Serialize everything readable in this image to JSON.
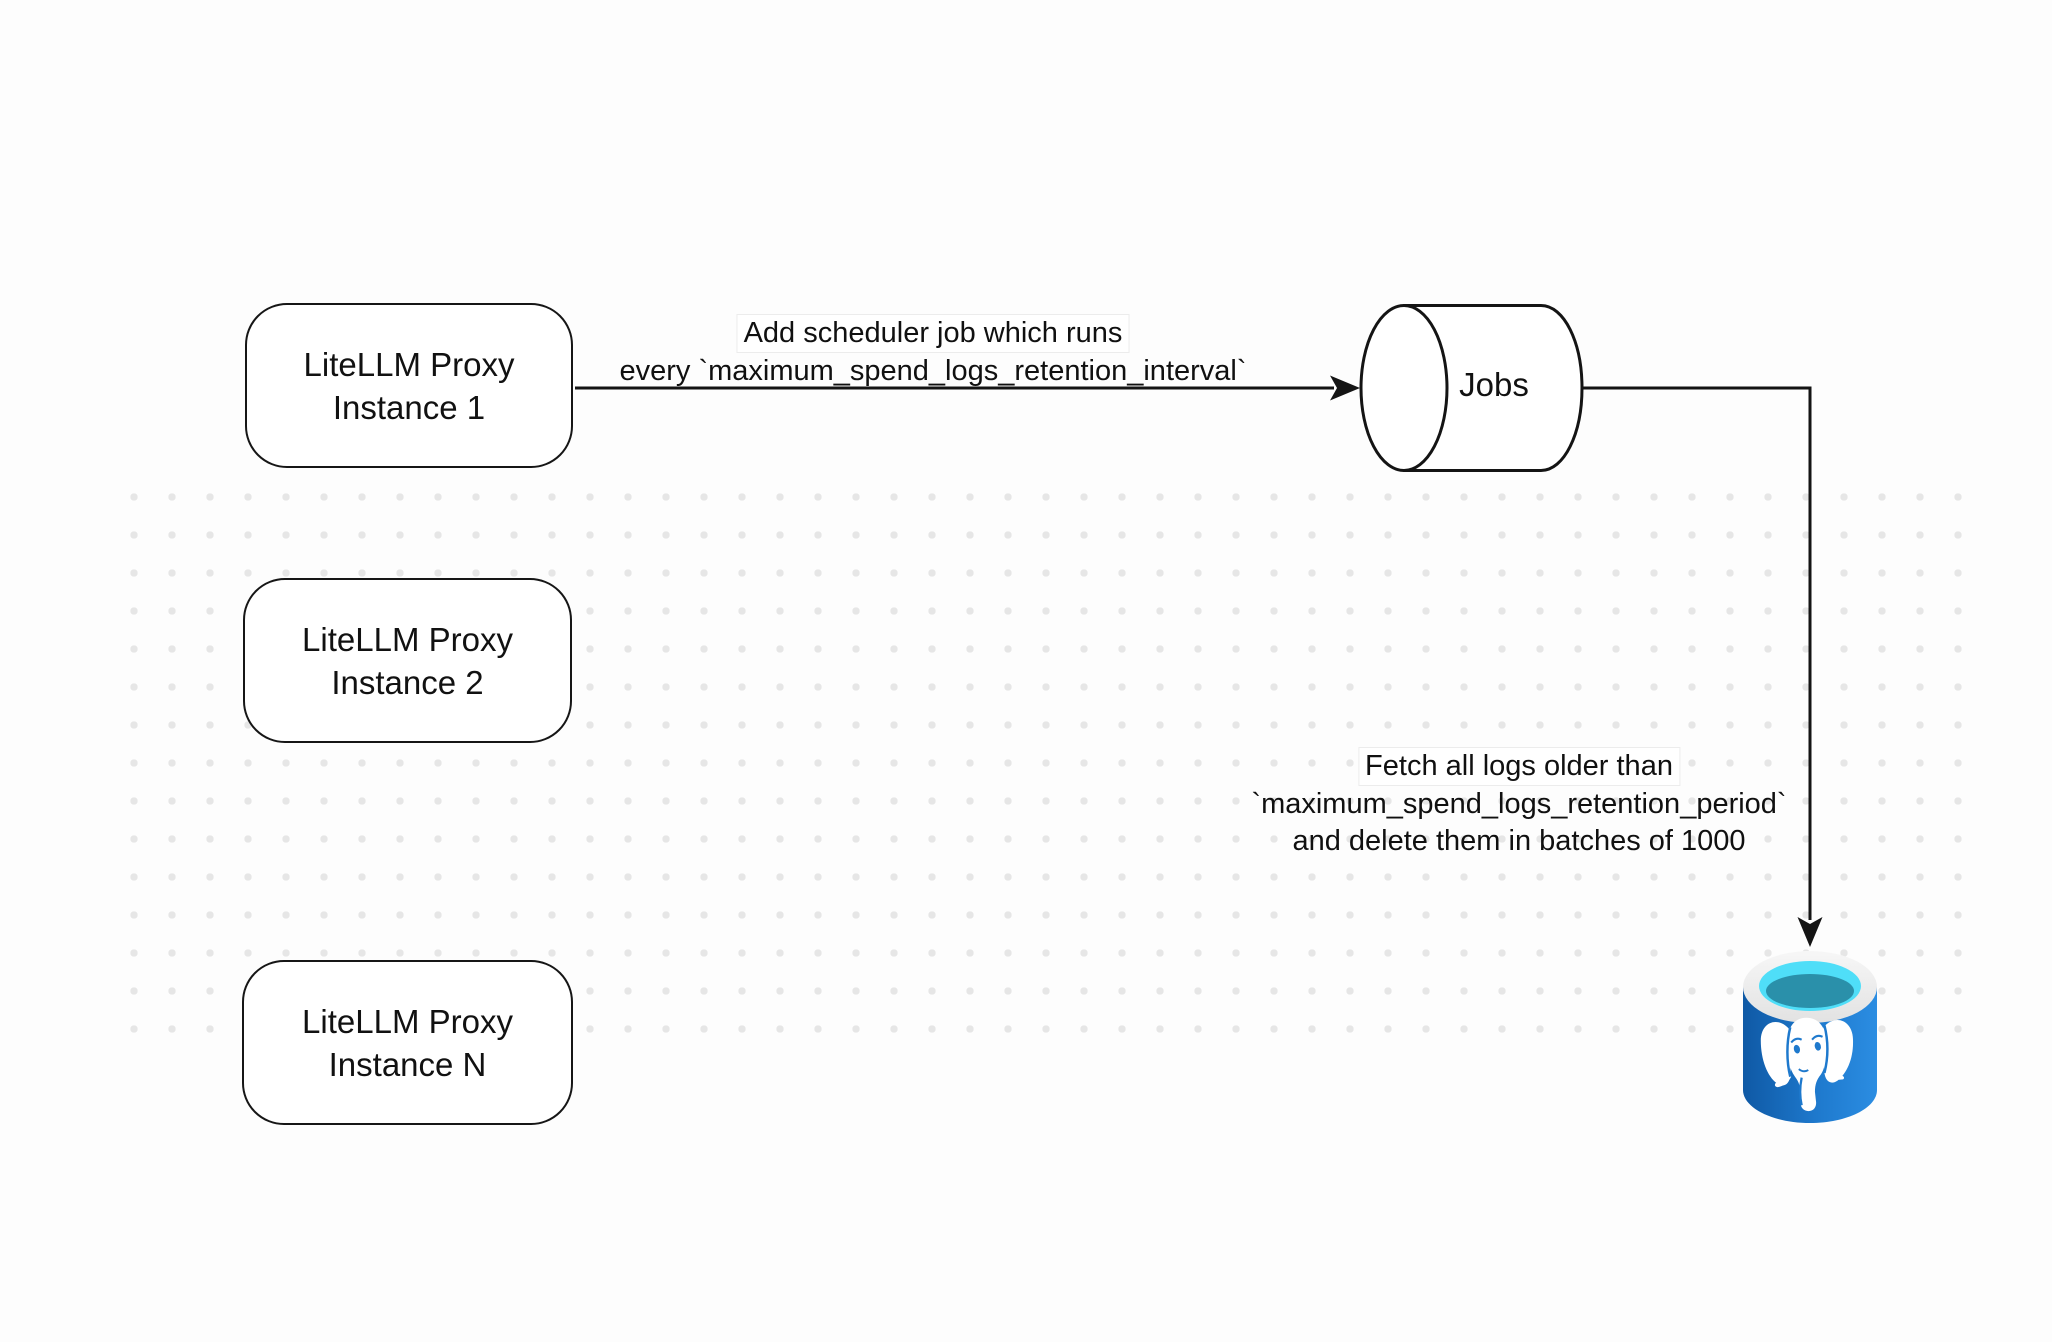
{
  "nodes": [
    {
      "line1": "LiteLLM Proxy",
      "line2": "Instance 1"
    },
    {
      "line1": "LiteLLM Proxy",
      "line2": "Instance 2"
    },
    {
      "line1": "LiteLLM Proxy",
      "line2": "Instance N"
    }
  ],
  "queue": {
    "label": "Jobs"
  },
  "edges": [
    {
      "line1": "Add scheduler job which runs",
      "line2": "every `maximum_spend_logs_retention_interval`"
    },
    {
      "line1": "Fetch all logs older than",
      "line2": "`maximum_spend_logs_retention_period`",
      "line3": "and delete them in batches of 1000"
    }
  ],
  "icons": {
    "postgres": "postgresql-database-icon",
    "jobs_queue": "queue-cylinder-icon"
  },
  "colors": {
    "stroke": "#141414",
    "text": "#111111",
    "dot_gray": "#e6e6e6",
    "background": "#fdfdfd",
    "postgres_blue_dark": "#0f59a5",
    "postgres_blue_light": "#2b8de2",
    "postgres_ring": "#ededed",
    "postgres_cyan": "#4fdef8",
    "postgres_teal": "#2a90aa",
    "elephant_white": "#ffffff"
  }
}
